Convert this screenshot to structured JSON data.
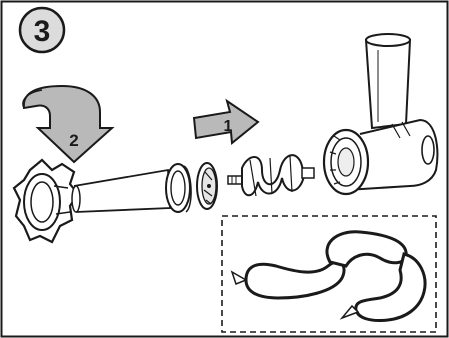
{
  "step": {
    "number": "3"
  },
  "arrows": [
    {
      "id": "arrow-1",
      "label": "1",
      "meaning": "push-forward"
    },
    {
      "id": "arrow-2",
      "label": "2",
      "meaning": "rotate-clockwise"
    }
  ],
  "parts": [
    {
      "name": "locking-ring"
    },
    {
      "name": "sausage-stuffing-tube"
    },
    {
      "name": "separator-disc"
    },
    {
      "name": "feed-screw"
    },
    {
      "name": "grinder-housing"
    }
  ],
  "inset": {
    "content": "sausages"
  },
  "colors": {
    "line": "#1a1a1a",
    "arrow_fill": "#b9b9b9",
    "badge_fill": "#dcdcdc",
    "paper": "#ffffff"
  }
}
